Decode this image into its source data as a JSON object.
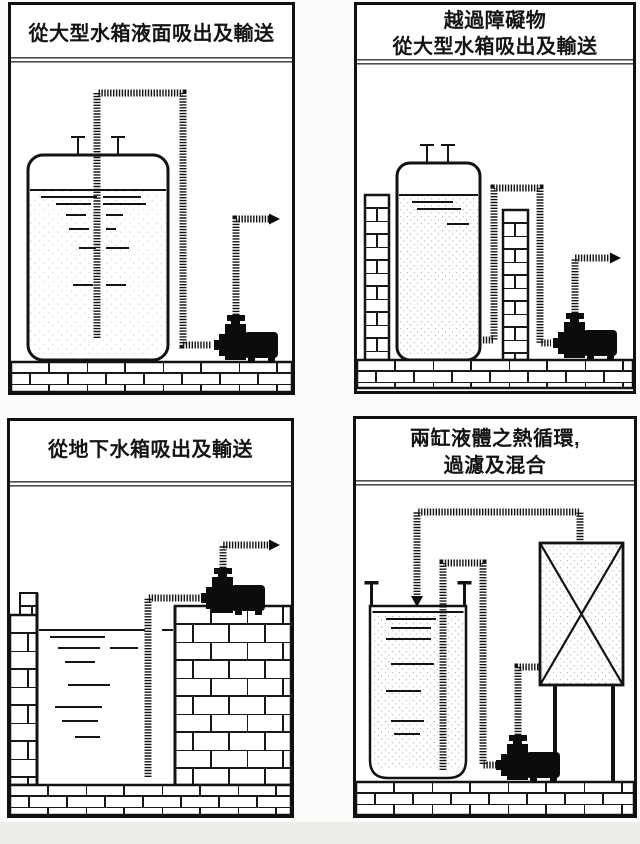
{
  "page": {
    "background": "#fbfbfa",
    "footer_strip_color": "#efedea"
  },
  "panels": [
    {
      "title_lines": [
        "從大型水箱液面吸出及輸送"
      ]
    },
    {
      "title_lines": [
        "越過障礙物",
        "從大型水箱吸出及輸送"
      ]
    },
    {
      "title_lines": [
        "從地下水箱吸出及輸送"
      ]
    },
    {
      "title_lines": [
        "兩缸液體之熱循環,",
        "過濾及混合"
      ]
    }
  ]
}
